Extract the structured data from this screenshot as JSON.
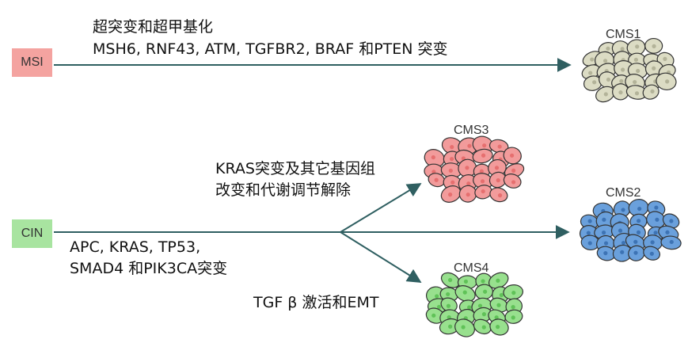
{
  "colors": {
    "msi_tag": "#f4a3a0",
    "cin_tag": "#a8e4a0",
    "arrow": "#2f5f61",
    "cms1_cell": "#dcdcc4",
    "cms1_nucleus": "#b3b399",
    "cms2_cell": "#6aa0dc",
    "cms2_nucleus": "#3d73b4",
    "cms3_cell": "#f29b9b",
    "cms3_nucleus": "#e66f6f",
    "cms4_cell": "#98e08e",
    "cms4_nucleus": "#60c258"
  },
  "msi": {
    "tag": "MSI",
    "line1": "超突变和超甲基化",
    "line2": "MSH6, RNF43, ATM, TGFBR2, BRAF 和PTEN 突变"
  },
  "cin": {
    "tag": "CIN",
    "line1": "APC, KRAS, TP53,",
    "line2": "SMAD4 和PIK3CA突变"
  },
  "branch_upper": {
    "line1": "KRAS突变及其它基因组",
    "line2": "改变和代谢调节解除"
  },
  "branch_lower": {
    "text": "TGF β 激活和EMT"
  },
  "subtypes": {
    "cms1": "CMS1",
    "cms2": "CMS2",
    "cms3": "CMS3",
    "cms4": "CMS4"
  }
}
